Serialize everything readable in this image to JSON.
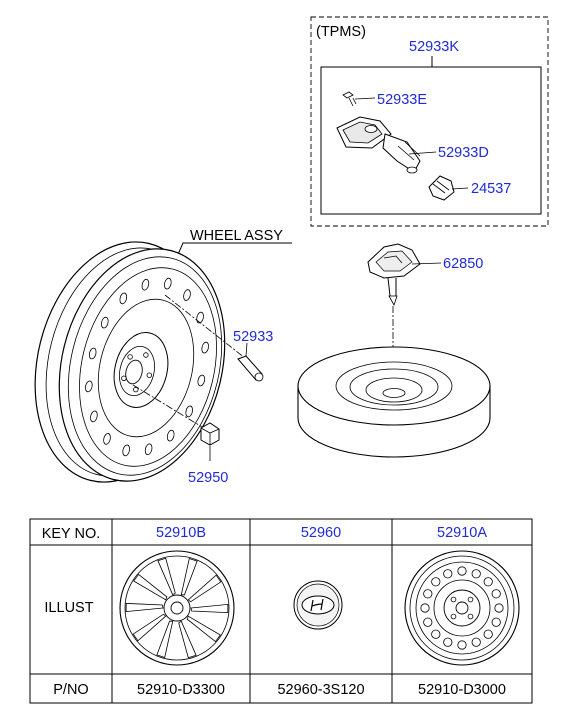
{
  "tpms": {
    "group_label": "(TPMS)",
    "kit_number": "52933K",
    "parts": [
      "52933E",
      "52933D",
      "24537"
    ]
  },
  "wheel": {
    "assy_label": "WHEEL ASSY",
    "valve": "52933",
    "nut": "52950"
  },
  "spare": {
    "holder": "62850"
  },
  "table": {
    "headers": [
      "KEY NO.",
      "52910B",
      "52960",
      "52910A"
    ],
    "illust_label": "ILLUST",
    "pno_label": "P/NO",
    "pnos": [
      "52910-D3300",
      "52960-3S120",
      "52910-D3000"
    ]
  }
}
